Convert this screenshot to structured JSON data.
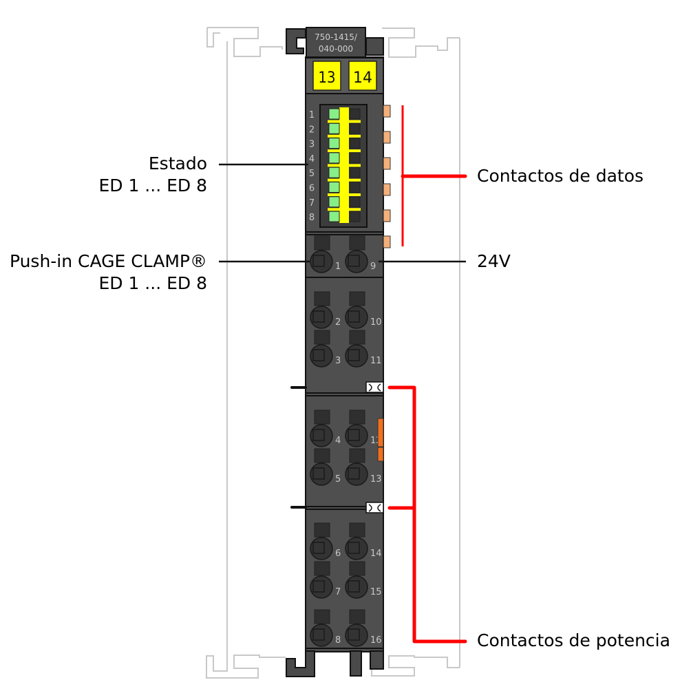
{
  "module": {
    "part_number_line1": "750-1415/",
    "part_number_line2": "040-000",
    "markers": [
      "13",
      "14"
    ],
    "led_numbers": [
      "1",
      "2",
      "3",
      "4",
      "5",
      "6",
      "7",
      "8"
    ],
    "terminal_rows": [
      {
        "left": "1",
        "right": "9"
      },
      {
        "left": "2",
        "right": "10"
      },
      {
        "left": "3",
        "right": "11"
      },
      {
        "left": "4",
        "right": "12"
      },
      {
        "left": "5",
        "right": "13"
      },
      {
        "left": "6",
        "right": "14"
      },
      {
        "left": "7",
        "right": "15"
      },
      {
        "left": "8",
        "right": "16"
      }
    ]
  },
  "labels": {
    "status_line1": "Estado",
    "status_line2": "ED 1 ... ED 8",
    "clamp_line1": "Push-in CAGE CLAMP®",
    "clamp_line2": "ED 1 ... ED 8",
    "data_contacts": "Contactos de datos",
    "voltage": "24V",
    "power_contacts": "Contactos de potencia"
  },
  "colors": {
    "housing": "#4a4a4a",
    "housing_dark": "#333333",
    "marker_yellow": "#ffff00",
    "led_green": "#88ee88",
    "data_contact": "#f5b07a",
    "power_jumper": "#f07020",
    "callout_red": "#ff0000",
    "outline_gray": "#cccccc"
  }
}
